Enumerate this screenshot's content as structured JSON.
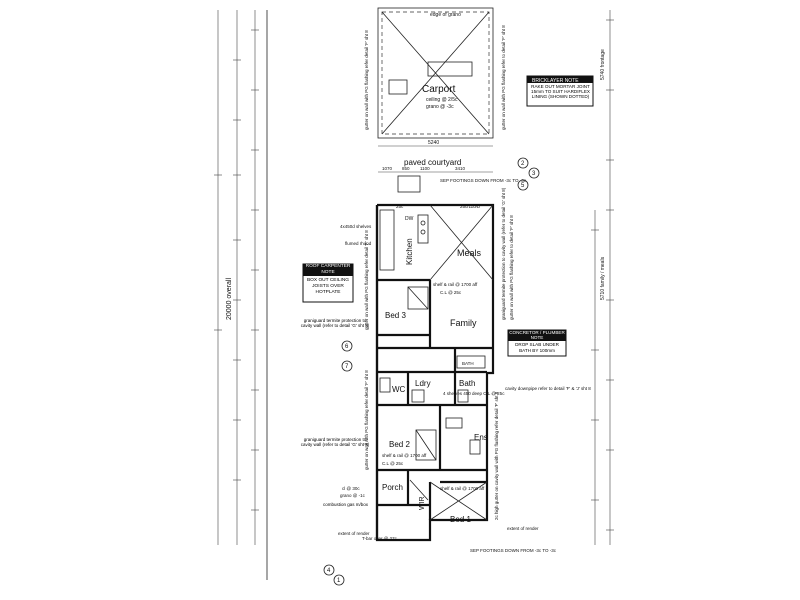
{
  "rooms": {
    "carport": "Carport",
    "carport_ceiling": "ceiling @ 2/5c",
    "carport_grano": "grano @ -3c",
    "courtyard": "paved courtyard",
    "kitchen": "Kitchen",
    "meals": "Meals",
    "family": "Family",
    "bed3": "Bed 3",
    "bed2": "Bed 2",
    "bed1": "Bed 1",
    "bath": "Bath",
    "ens": "Ens",
    "ldry": "Ldry",
    "wc": "WC",
    "wir": "WIR",
    "porch": "Porch"
  },
  "labels": {
    "edge_of_grano": "edge of grano",
    "overall": "20000 overall",
    "frontage": "5740 frontage",
    "family_meals": "5710 family / meals",
    "sep_footings_top": "SEP FOOTINGS DOWN FROM -3c TO -3c",
    "sep_footings_bottom": "SEP FOOTINGS DOWN FROM -3c TO -3c",
    "shelves_kitchen": "4x450d shelves",
    "flumed_rhood": "flumed rhood",
    "dw": "DW",
    "shelf_rail_family": "shelf & rail @ 1700 aff",
    "cl_family": "C.L @ 25c",
    "termite_left_1": "graniguard termite protection to cavity wall (refer to detail 'G' sht 8)",
    "termite_left_2": "graniguard termite protection to cavity wall (refer to detail 'G' sht 8)",
    "termite_right": "graniguard termite protection to cavity wall (refer to detail 'G' sht 8)",
    "gutter_left": "gutter on wall with PG flashing refer detail 'F' sht 8",
    "gutter_right": "gutter on wall with PG flashing refer to detail 'F' sht 8",
    "bedstrip": "2c high gutter on cavity wall with PG flashing refer detail 'F' sht 8",
    "cavity_downpipe": "cavity downpipe refer to detail 'F' & 'J' sht 8",
    "shelves_ldry": "4 shelves 450 deep C.L @ 25c",
    "cl_porch": "cl @ 30c",
    "grano_porch": "grano @ -1c",
    "combustion": "combustion gas m/box",
    "extent_render_left": "extent of render",
    "extent_render_right": "extent of render",
    "t_bar": "T-bar over @ 27c",
    "shelf_rail_bed2": "shelf & rail @ 1700 aff",
    "shelf_rail_bed1": "shelf & rail @ 1700 aff",
    "cl_bed2": "C.L @ 25c",
    "dim_5240": "5240",
    "dim_1070": "1070",
    "dim_850": "850",
    "dim_1100": "1100",
    "dim_3410": "3410",
    "dim_bath": "BATH",
    "ceiling_25": "25c",
    "ceiling_110": "25c/110/D"
  },
  "notes": {
    "bricklayer_title": "BRICKLAYER NOTE",
    "bricklayer_body": "RAKE OUT MORTAR JOINT 15mm TO SUIT HARDIFLEX LINING (SHOWN DOTTED)",
    "roof_title": "ROOF CARPENTER NOTE",
    "roof_body": "BOX OUT CEILING JOISTS OVER HOTPLATE",
    "concretor_title": "CONCRETOR / PLUMBER NOTE",
    "concretor_body": "DROP SLAB UNDER BATH BY 100mm"
  },
  "refs": {
    "r2": "2",
    "r3": "3",
    "r5": "5",
    "r6": "6",
    "r7": "7",
    "r4": "4",
    "r1": "1"
  },
  "sheet_colors": {
    "line": "#111111",
    "paper": "#ffffff"
  }
}
